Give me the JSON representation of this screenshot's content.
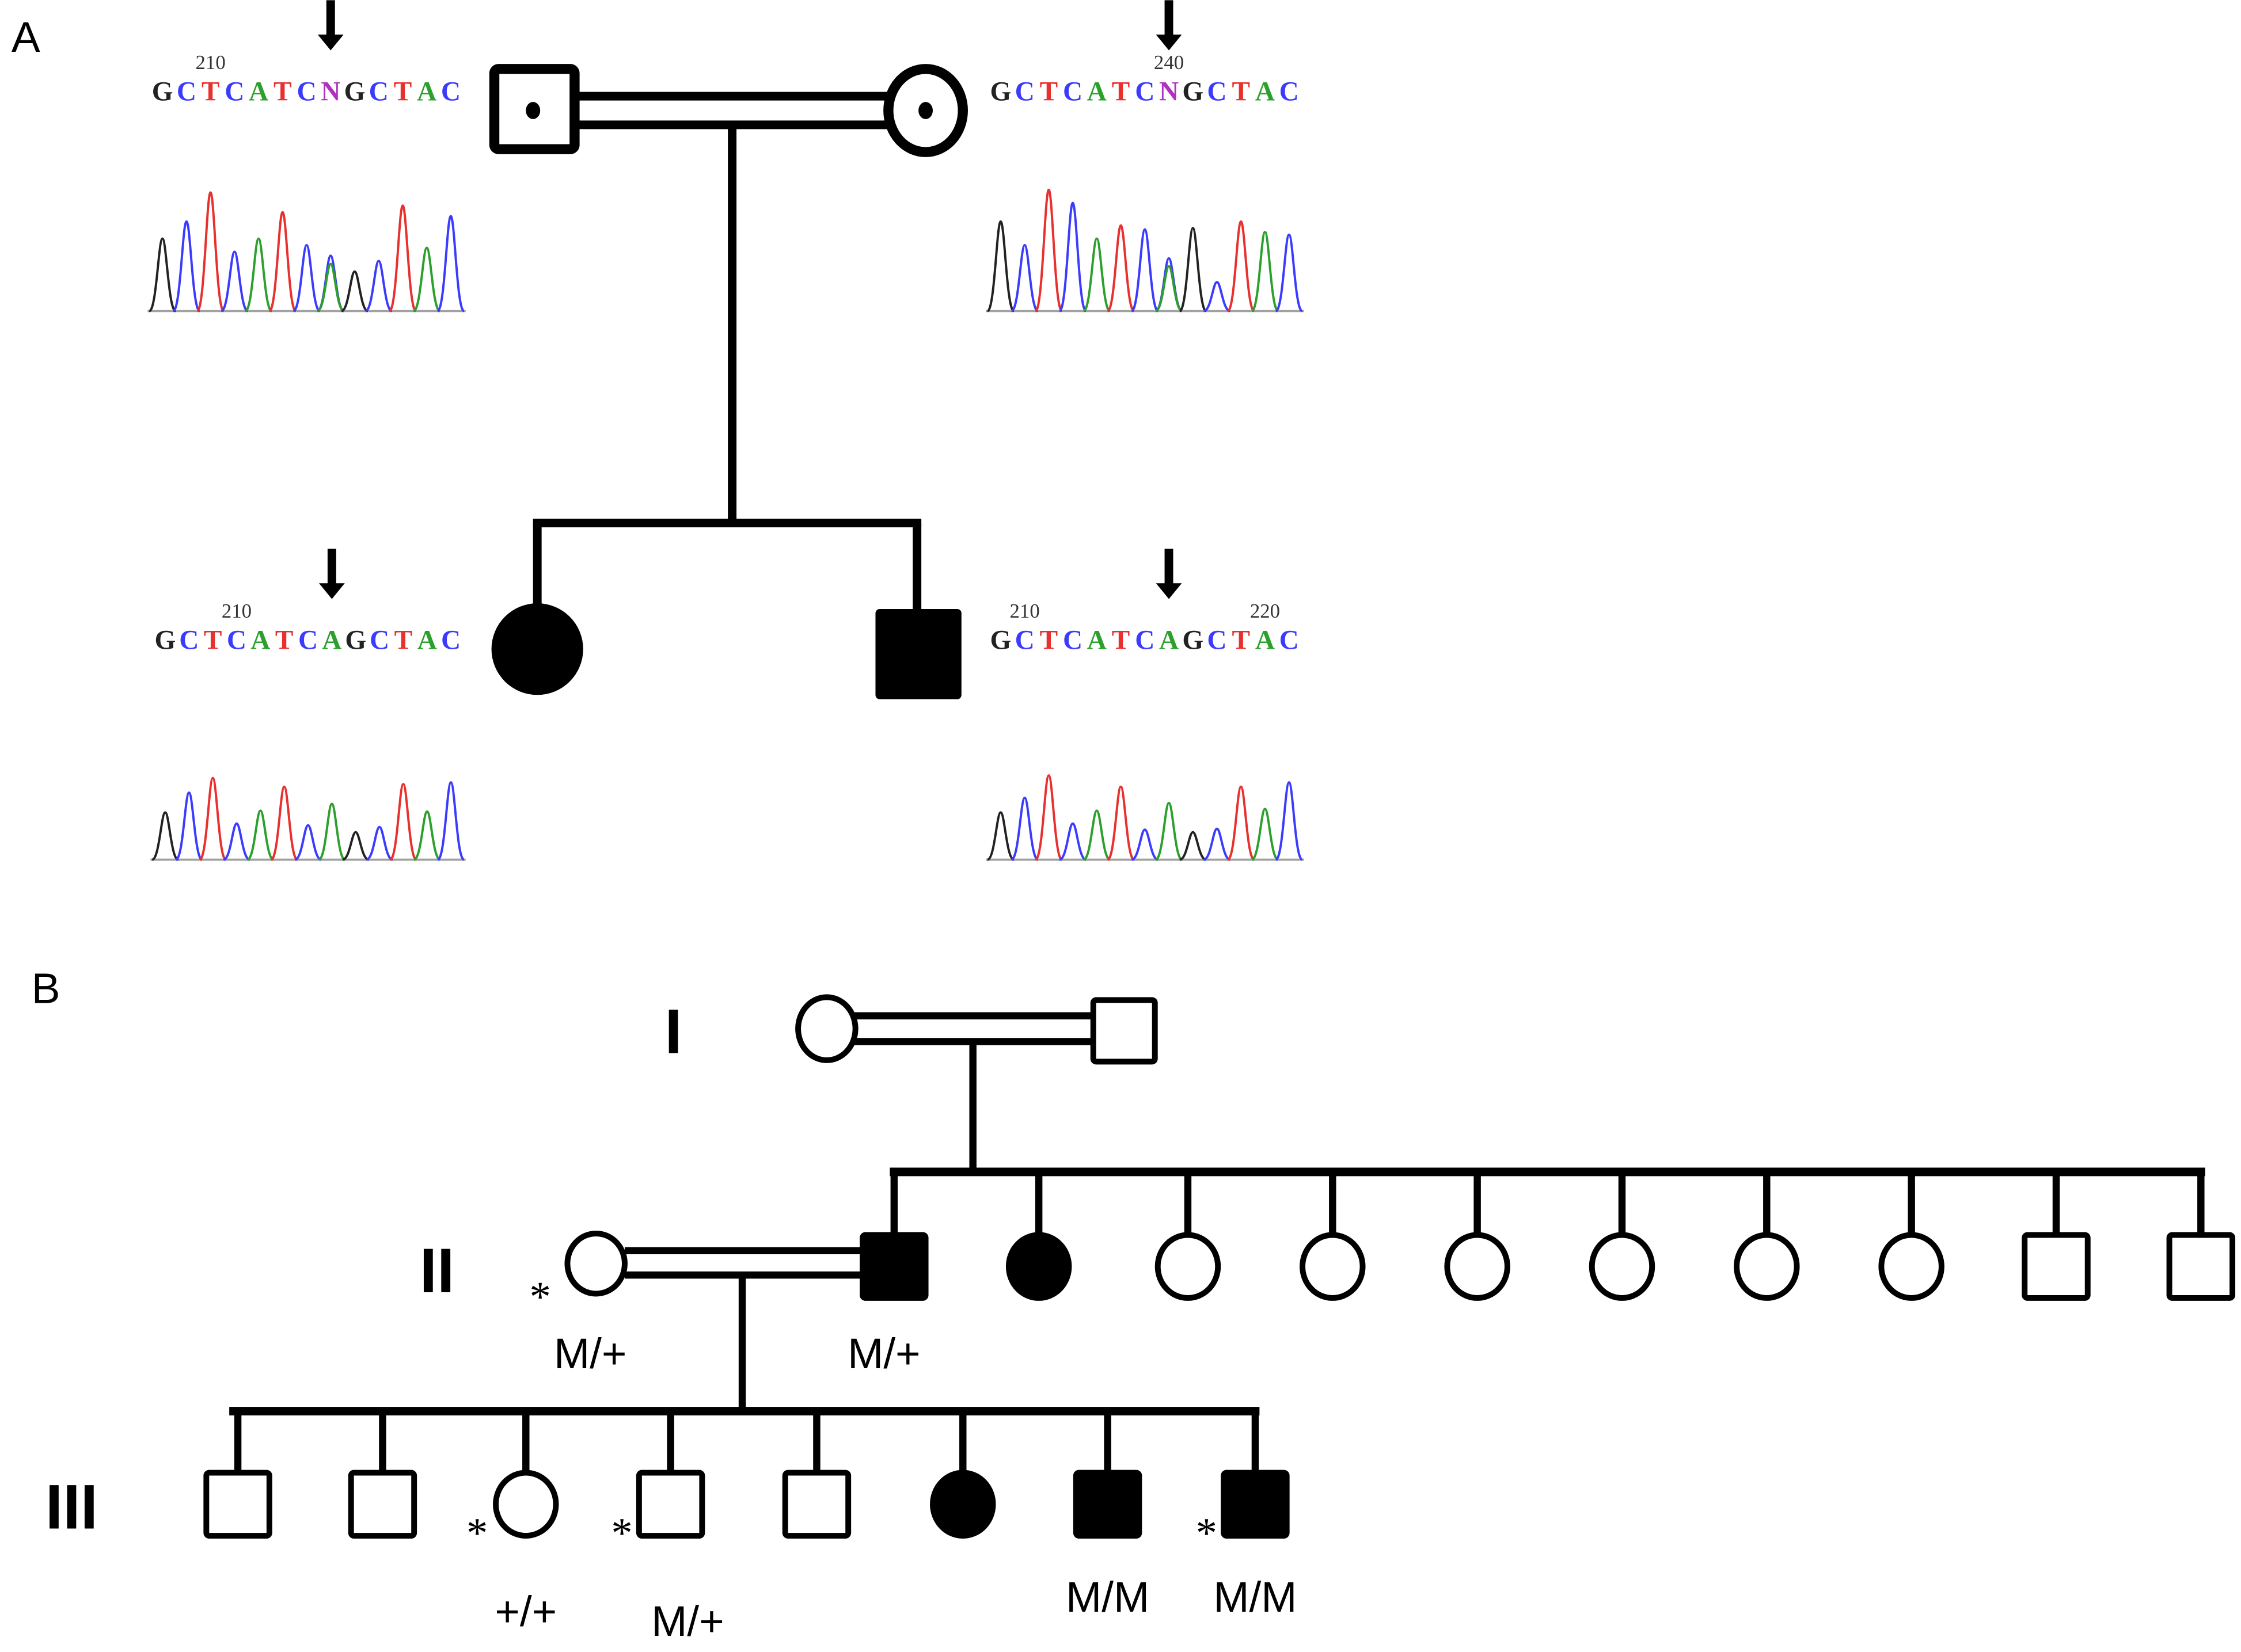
{
  "figure": {
    "panels": {
      "A": {
        "label": "A",
        "base_colors": {
          "A": "#2ca02c",
          "C": "#3b3bff",
          "G": "#222222",
          "T": "#e8302e",
          "N": "#b030c0"
        },
        "sequences": [
          {
            "id": "father",
            "bases": "GCTCATCNGCTAC",
            "positions": [
              {
                "text": "210",
                "after_index": 2
              }
            ],
            "arrow_at_index": 7,
            "zygosity": "heterozygous",
            "peaks": [
              [
                "G",
                0.55
              ],
              [
                "C",
                0.68
              ],
              [
                "T",
                0.9
              ],
              [
                "C",
                0.45
              ],
              [
                "A",
                0.55
              ],
              [
                "T",
                0.75
              ],
              [
                "C",
                0.5
              ],
              [
                "N",
                0.42
              ],
              [
                "G",
                0.3
              ],
              [
                "C",
                0.38
              ],
              [
                "T",
                0.8
              ],
              [
                "A",
                0.48
              ],
              [
                "C",
                0.72
              ]
            ]
          },
          {
            "id": "mother",
            "bases": "GCTCATCNGCTAC",
            "positions": [
              {
                "text": "240",
                "after_index": 7
              }
            ],
            "arrow_at_index": 7,
            "zygosity": "heterozygous",
            "peaks": [
              [
                "G",
                0.68
              ],
              [
                "C",
                0.5
              ],
              [
                "T",
                0.92
              ],
              [
                "C",
                0.82
              ],
              [
                "A",
                0.55
              ],
              [
                "T",
                0.65
              ],
              [
                "C",
                0.62
              ],
              [
                "N",
                0.4
              ],
              [
                "G",
                0.63
              ],
              [
                "C",
                0.22
              ],
              [
                "T",
                0.68
              ],
              [
                "A",
                0.6
              ],
              [
                "C",
                0.58
              ]
            ]
          },
          {
            "id": "daughter",
            "bases": "GCTCATCAGCTAC",
            "positions": [
              {
                "text": "210",
                "after_index": 3
              }
            ],
            "arrow_at_index": 7,
            "zygosity": "homozygous",
            "peaks": [
              [
                "G",
                0.55
              ],
              [
                "C",
                0.78
              ],
              [
                "T",
                0.95
              ],
              [
                "C",
                0.42
              ],
              [
                "A",
                0.57
              ],
              [
                "T",
                0.85
              ],
              [
                "C",
                0.4
              ],
              [
                "A",
                0.65
              ],
              [
                "G",
                0.32
              ],
              [
                "C",
                0.38
              ],
              [
                "T",
                0.88
              ],
              [
                "A",
                0.56
              ],
              [
                "C",
                0.9
              ]
            ]
          },
          {
            "id": "son",
            "bases": "GCTCATCAGCTAC",
            "positions": [
              {
                "text": "210",
                "after_index": 1
              },
              {
                "text": "220",
                "after_index": 11
              }
            ],
            "arrow_at_index": 7,
            "zygosity": "homozygous",
            "peaks": [
              [
                "G",
                0.55
              ],
              [
                "C",
                0.72
              ],
              [
                "T",
                0.98
              ],
              [
                "C",
                0.42
              ],
              [
                "A",
                0.57
              ],
              [
                "T",
                0.85
              ],
              [
                "C",
                0.35
              ],
              [
                "A",
                0.66
              ],
              [
                "G",
                0.32
              ],
              [
                "C",
                0.36
              ],
              [
                "T",
                0.85
              ],
              [
                "A",
                0.59
              ],
              [
                "C",
                0.9
              ]
            ]
          }
        ],
        "pedigree": {
          "father": {
            "sex": "male",
            "status": "carrier"
          },
          "mother": {
            "sex": "female",
            "status": "carrier"
          },
          "union": "consanguineous",
          "children": [
            {
              "sex": "female",
              "status": "affected"
            },
            {
              "sex": "male",
              "status": "affected"
            }
          ]
        }
      },
      "B": {
        "label": "B",
        "generations": [
          "I",
          "II",
          "III"
        ],
        "gen_I": {
          "union": "consanguineous",
          "members": [
            {
              "sex": "female",
              "status": "unaffected"
            },
            {
              "sex": "male",
              "status": "unaffected"
            }
          ]
        },
        "gen_II_sibship": [
          {
            "sex": "male",
            "status": "affected",
            "genotype": "M/+",
            "sequenced": false,
            "married_in_spouse": true
          },
          {
            "sex": "female",
            "status": "affected"
          },
          {
            "sex": "female",
            "status": "unaffected"
          },
          {
            "sex": "female",
            "status": "unaffected"
          },
          {
            "sex": "female",
            "status": "unaffected"
          },
          {
            "sex": "female",
            "status": "unaffected"
          },
          {
            "sex": "female",
            "status": "unaffected"
          },
          {
            "sex": "female",
            "status": "unaffected"
          },
          {
            "sex": "male",
            "status": "unaffected"
          },
          {
            "sex": "male",
            "status": "unaffected"
          }
        ],
        "gen_II_spouse": {
          "sex": "female",
          "status": "unaffected",
          "genotype": "M/+",
          "marker": "*"
        },
        "gen_II_union": "consanguineous",
        "gen_III_sibship": [
          {
            "sex": "male",
            "status": "unaffected",
            "genotype": "",
            "marker": ""
          },
          {
            "sex": "male",
            "status": "unaffected",
            "genotype": "",
            "marker": ""
          },
          {
            "sex": "female",
            "status": "unaffected",
            "genotype": "+/+",
            "marker": "*"
          },
          {
            "sex": "male",
            "status": "unaffected",
            "genotype": "M/+",
            "marker": "*"
          },
          {
            "sex": "male",
            "status": "unaffected",
            "genotype": "",
            "marker": ""
          },
          {
            "sex": "female",
            "status": "affected",
            "genotype": "",
            "marker": ""
          },
          {
            "sex": "male",
            "status": "affected",
            "genotype": "M/M",
            "marker": ""
          },
          {
            "sex": "male",
            "status": "affected",
            "genotype": "M/M",
            "marker": "*"
          }
        ]
      }
    }
  }
}
